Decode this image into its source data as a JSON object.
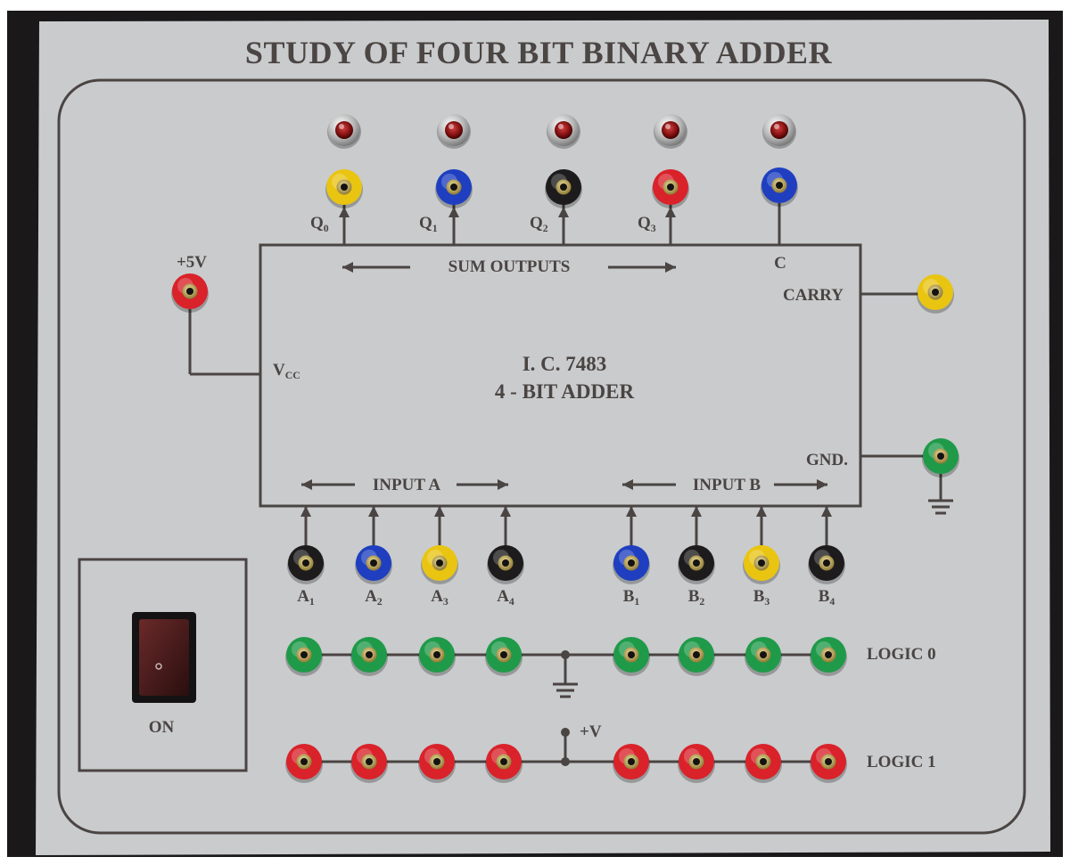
{
  "title": "STUDY OF FOUR BIT BINARY ADDER",
  "ic": {
    "line1": "I. C. 7483",
    "line2": "4 - BIT ADDER"
  },
  "sum_outputs_label": "SUM OUTPUTS",
  "input_a_label": "INPUT A",
  "input_b_label": "INPUT B",
  "carry_label": "CARRY",
  "c_label": "C",
  "vcc": {
    "base": "V",
    "sub": "CC"
  },
  "plus5v_label": "+5V",
  "gnd_label": "GND.",
  "plus_v_label": "+V",
  "logic0_label": "LOGIC 0",
  "logic1_label": "LOGIC 1",
  "switch_label": "ON",
  "outputs": [
    {
      "letter": "Q",
      "sub": "0",
      "socket": "yellow"
    },
    {
      "letter": "Q",
      "sub": "1",
      "socket": "blue"
    },
    {
      "letter": "Q",
      "sub": "2",
      "socket": "black"
    },
    {
      "letter": "Q",
      "sub": "3",
      "socket": "red"
    }
  ],
  "carry_output_socket": "blue",
  "inputs_a": [
    {
      "letter": "A",
      "sub": "1",
      "socket": "black"
    },
    {
      "letter": "A",
      "sub": "2",
      "socket": "blue"
    },
    {
      "letter": "A",
      "sub": "3",
      "socket": "yellow"
    },
    {
      "letter": "A",
      "sub": "4",
      "socket": "black"
    }
  ],
  "inputs_b": [
    {
      "letter": "B",
      "sub": "1",
      "socket": "blue"
    },
    {
      "letter": "B",
      "sub": "2",
      "socket": "black"
    },
    {
      "letter": "B",
      "sub": "3",
      "socket": "yellow"
    },
    {
      "letter": "B",
      "sub": "4",
      "socket": "black"
    }
  ],
  "colors": {
    "panel": "#c9cbcd",
    "frame": "#1a1819",
    "line": "#4a4442",
    "red": "#d9222a",
    "blue": "#1f3fc0",
    "yellow": "#e9c512",
    "black": "#1d1b1c",
    "green": "#1f9a49",
    "led": "#8a1010"
  }
}
